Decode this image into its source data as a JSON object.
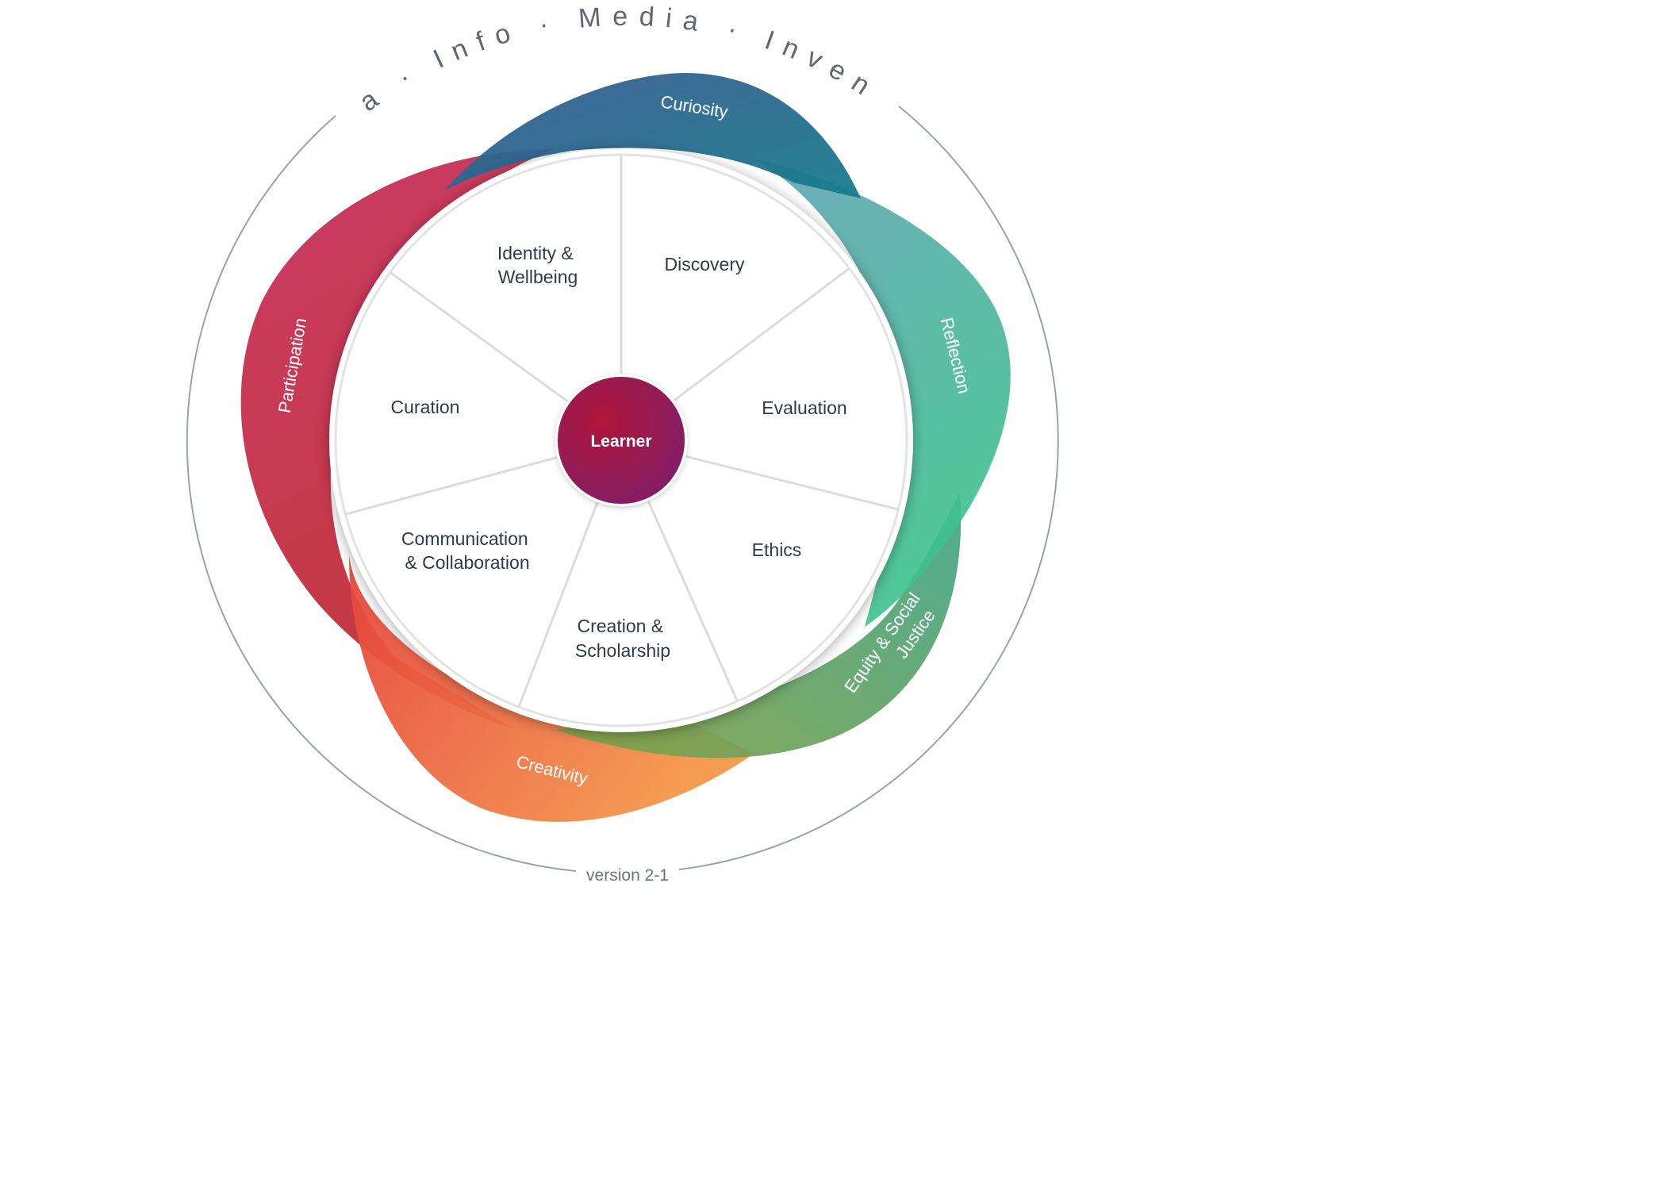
{
  "outer_ring": {
    "title_parts": [
      "Data",
      "Info",
      "Media",
      "Invention"
    ],
    "separator": "·",
    "version": "version 2-1",
    "ring_color": "#9aa3ad"
  },
  "center": {
    "label": "Learner",
    "color_start": "#b0183a",
    "color_end": "#7e1c6a"
  },
  "segments": [
    {
      "lines": [
        "Identity &",
        "Wellbeing"
      ]
    },
    {
      "lines": [
        "Discovery"
      ]
    },
    {
      "lines": [
        "Evaluation"
      ]
    },
    {
      "lines": [
        "Ethics"
      ]
    },
    {
      "lines": [
        "Creation &",
        "Scholarship"
      ]
    },
    {
      "lines": [
        "Communication",
        "& Collaboration"
      ]
    },
    {
      "lines": [
        "Curation"
      ]
    }
  ],
  "values": [
    {
      "lines": [
        "Curiosity"
      ],
      "color_start": "#3c5a92",
      "color_end": "#167c8c"
    },
    {
      "lines": [
        "Reflection"
      ],
      "color_start": "#5fa3b4",
      "color_end": "#3dc28d"
    },
    {
      "lines": [
        "Equity & Social",
        "Justice"
      ],
      "color_start": "#3fa68a",
      "color_end": "#82a046"
    },
    {
      "lines": [
        "Creativity"
      ],
      "color_start": "#e6443e",
      "color_end": "#f4964a"
    },
    {
      "lines": [
        "Participation"
      ],
      "color_start": "#c9305e",
      "color_end": "#c02e34"
    }
  ]
}
